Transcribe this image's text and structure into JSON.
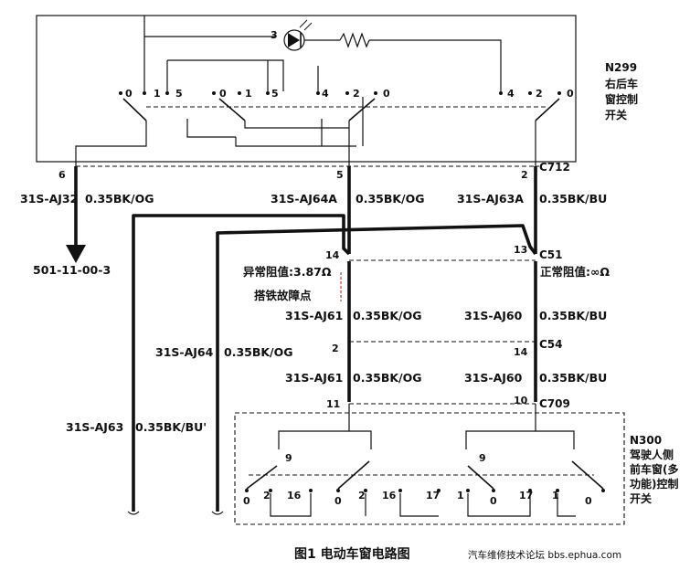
{
  "caption": "图1  电动车窗电路图",
  "watermark": "汽车维修技术论坛 bbs.ephua.com",
  "modules": {
    "n299": {
      "id": "N299",
      "lines": [
        "右后车",
        "窗控制",
        "开关"
      ]
    },
    "n300": {
      "id": "N300",
      "lines": [
        "驾驶人侧",
        "前车窗(多",
        "功能)控制",
        "开关"
      ]
    }
  },
  "connectors": {
    "c712": "C712",
    "c51": "C51",
    "c54": "C54",
    "c709": "C709"
  },
  "led_label": "3",
  "top_switch_positions": {
    "s1": [
      "0",
      "1",
      "5"
    ],
    "s2": [
      "0",
      "1",
      "5",
      "4"
    ],
    "s3": [
      "2",
      "0"
    ],
    "s4": [
      "4",
      "2",
      "0"
    ]
  },
  "bottom_switch_positions": {
    "s1_9": "9",
    "s3_9": "9",
    "row": [
      "0",
      "2",
      "16",
      "0",
      "2",
      "16",
      "17",
      "1",
      "0",
      "17",
      "1",
      "0"
    ]
  },
  "pins": {
    "c712_6": "6",
    "c712_5": "5",
    "c712_2": "2",
    "c51_14": "14",
    "c51_13": "13",
    "c54_2": "2",
    "c54_14": "14",
    "c709_11": "11",
    "c709_10": "10"
  },
  "wires": {
    "aj32": "31S-AJ32",
    "aj32_spec": "0.35BK/OG",
    "aj64a": "31S-AJ64A",
    "aj64a_spec": "0.35BK/OG",
    "aj63a": "31S-AJ63A",
    "aj63a_spec": "0.35BK/BU",
    "aj61_a": "31S-AJ61",
    "aj61_a_spec": "0.35BK/OG",
    "aj60_a": "31S-AJ60",
    "aj60_a_spec": "0.35BK/BU",
    "aj64": "31S-AJ64",
    "aj64_spec": "0.35BK/OG",
    "aj61_b": "31S-AJ61",
    "aj61_b_spec": "0.35BK/OG",
    "aj60_b": "31S-AJ60",
    "aj60_b_spec": "0.35BK/BU",
    "aj63": "31S-AJ63",
    "aj63_spec": "0.35BK/BU'"
  },
  "ground_ref": "501-11-00-3",
  "notes": {
    "abnormal": "异常阻值:3.87Ω",
    "fault": "搭铁故障点",
    "normal": "正常阻值:∞Ω"
  }
}
